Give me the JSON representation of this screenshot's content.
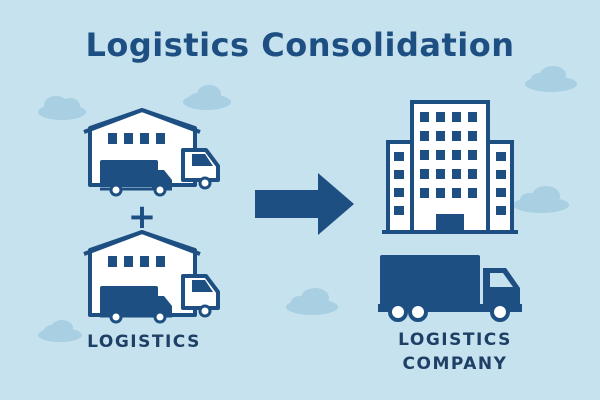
{
  "title": "Logistics Consolidation",
  "labels": {
    "left": "LOGISTICS",
    "right_line1": "LOGISTICS",
    "right_line2": "COMPANY"
  },
  "plus_sign": "+",
  "colors": {
    "background": "#c5e2ee",
    "primary": "#1e4f82",
    "dark": "#1e3f66",
    "white": "#ffffff",
    "cloud": "#a8cfe2"
  },
  "icons": [
    "cloud-icon",
    "warehouse-icon",
    "delivery-truck-icon",
    "arrow-right-icon",
    "office-building-icon",
    "freight-truck-icon"
  ]
}
